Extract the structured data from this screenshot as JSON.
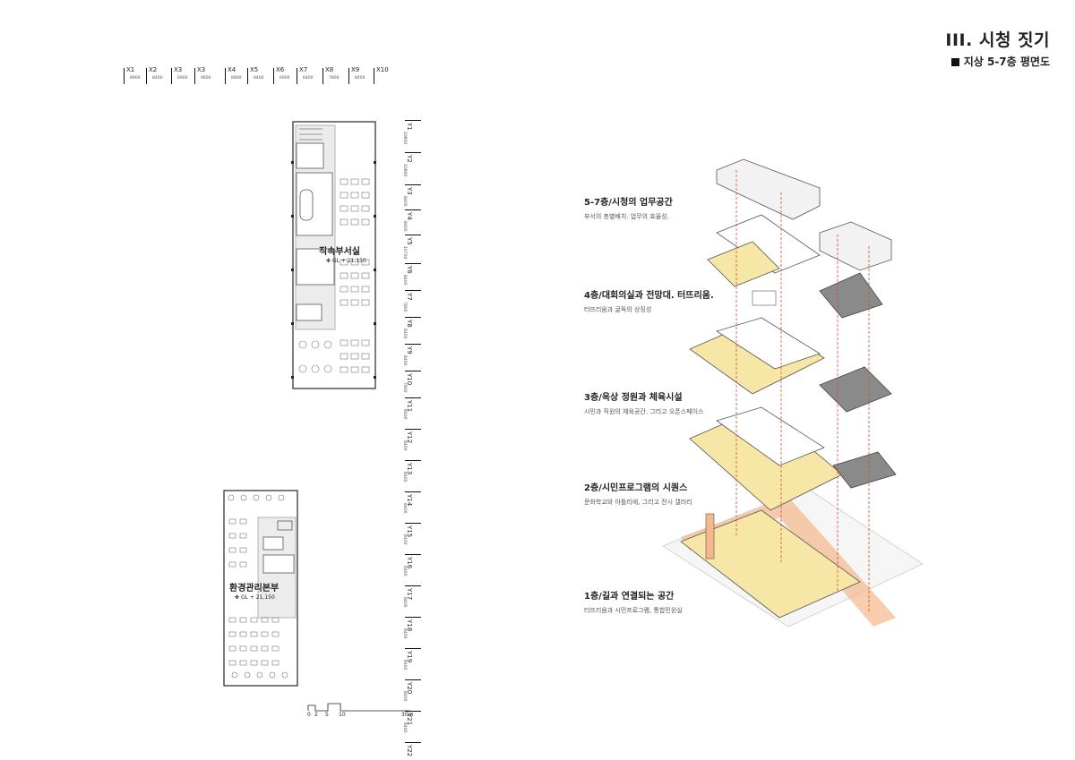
{
  "header": {
    "title": "III. 시청 짓기",
    "subtitle": "지상 5-7층 평면도"
  },
  "grid_x": [
    {
      "label": "X1",
      "dim": "8900"
    },
    {
      "label": "X2",
      "dim": "8400"
    },
    {
      "label": "X3",
      "dim": "6900"
    },
    {
      "label": "X3",
      "dim": "9600"
    },
    {
      "label": "X4",
      "dim": "8900"
    },
    {
      "label": "X5",
      "dim": "8400"
    },
    {
      "label": "X6",
      "dim": "6900"
    },
    {
      "label": "X7",
      "dim": "6400"
    },
    {
      "label": "X8",
      "dim": "7800"
    },
    {
      "label": "X9",
      "dim": "8400"
    },
    {
      "label": "X10",
      "dim": ""
    }
  ],
  "grid_y": [
    {
      "label": "Y1",
      "dim": "10800"
    },
    {
      "label": "Y2",
      "dim": "10800"
    },
    {
      "label": "Y3",
      "dim": "8400"
    },
    {
      "label": "Y4",
      "dim": "8400"
    },
    {
      "label": "Y5",
      "dim": "10700"
    },
    {
      "label": "Y6",
      "dim": "8400"
    },
    {
      "label": "Y7",
      "dim": "7800"
    },
    {
      "label": "Y8",
      "dim": "8400"
    },
    {
      "label": "Y9",
      "dim": "8400"
    },
    {
      "label": "Y10",
      "dim": "7800"
    },
    {
      "label": "Y11",
      "dim": "8400"
    },
    {
      "label": "Y12",
      "dim": "8400"
    },
    {
      "label": "Y13",
      "dim": "8400"
    },
    {
      "label": "Y14",
      "dim": "8400"
    },
    {
      "label": "Y15",
      "dim": "8400"
    },
    {
      "label": "Y16",
      "dim": "8400"
    },
    {
      "label": "Y17",
      "dim": "8400"
    },
    {
      "label": "Y18",
      "dim": "8400"
    },
    {
      "label": "Y19",
      "dim": "8400"
    },
    {
      "label": "Y20",
      "dim": "8400"
    },
    {
      "label": "Y21",
      "dim": "8400"
    },
    {
      "label": "Y22",
      "dim": ""
    }
  ],
  "plan": {
    "upper_room": "직속부서실",
    "upper_level": "GL + 21,150",
    "lower_room": "환경관리본부",
    "lower_level": "GL + 21,150"
  },
  "scale_bar": {
    "ticks": [
      "0",
      "2",
      "5",
      "10",
      "30m"
    ]
  },
  "floors": [
    {
      "num": "5-7층/",
      "name": "시청의 업무공간",
      "desc": "부서의 층별배치. 업무의 효율성."
    },
    {
      "num": "4층/",
      "name": "대회의실과 전망대. 터뜨리움.",
      "desc": "터뜨리움과 굴뚝의 상징성"
    },
    {
      "num": "3층/",
      "name": "옥상 정원과 체육시설",
      "desc": "시민과 직원의 체육공간. 그리고 오픈스페이스"
    },
    {
      "num": "2층/",
      "name": "시민프로그램의 시퀀스",
      "desc": "문화학교와 아틀리에, 그리고 전시 갤러리"
    },
    {
      "num": "1층/",
      "name": "길과 연결되는 공간",
      "desc": "터뜨리움과 시민프로그램, 통합민원실"
    }
  ],
  "colors": {
    "accent_yellow": "#f7e7a6",
    "accent_orange": "#f4b88c",
    "guide_red": "#e0443c",
    "dark_slab": "#8a8a8a"
  }
}
